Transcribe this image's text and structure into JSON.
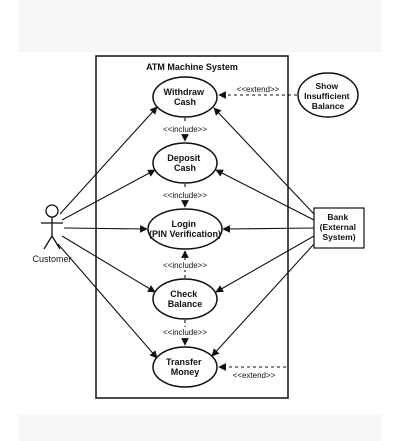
{
  "system": {
    "title": "ATM Machine System"
  },
  "actors": {
    "customer": {
      "label": "Customer"
    },
    "bank": {
      "lines": [
        "Bank",
        "(External",
        "System)"
      ]
    }
  },
  "use_cases": {
    "withdraw": {
      "lines": [
        "Withdraw",
        "Cash"
      ]
    },
    "deposit": {
      "lines": [
        "Deposit",
        "Cash"
      ]
    },
    "login": {
      "lines": [
        "Login",
        "(PIN Verification)"
      ]
    },
    "check": {
      "lines": [
        "Check",
        "Balance"
      ]
    },
    "transfer": {
      "lines": [
        "Transfer",
        "Money"
      ]
    },
    "insufficient": {
      "lines": [
        "Show",
        "Insufficient",
        "Balance"
      ]
    }
  },
  "relations": {
    "include_1": "<<include>>",
    "include_2": "<<include>>",
    "include_3": "<<include>>",
    "include_4": "<<include>>",
    "extend_1": "<<extend>>",
    "extend_2": "<<extend>>"
  }
}
